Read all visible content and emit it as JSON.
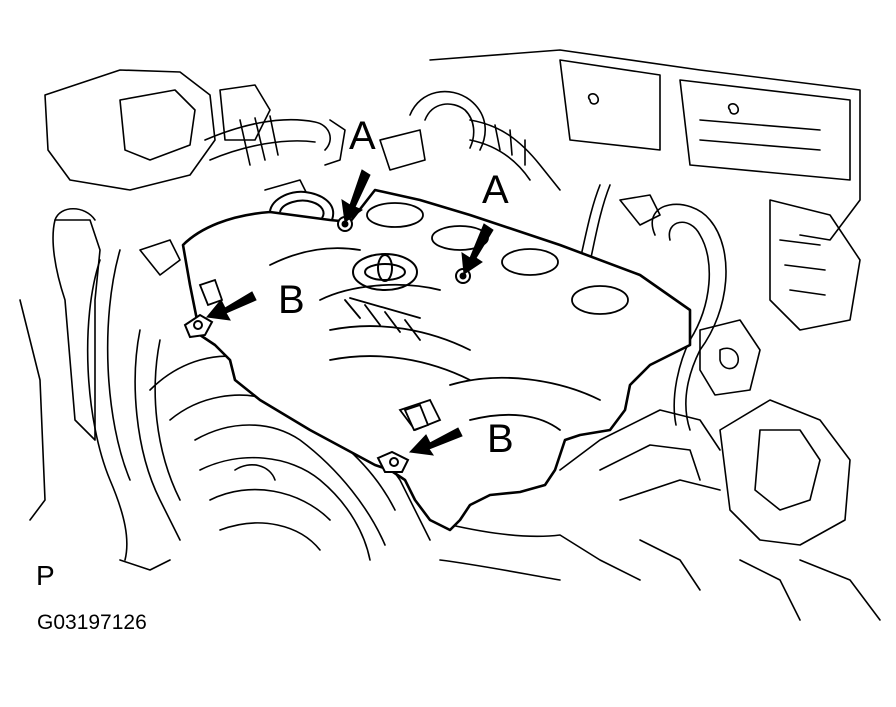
{
  "callouts": {
    "clip_a": "A",
    "clip_b": "B"
  },
  "view_label": "P",
  "figure_id": "G03197126",
  "colors": {
    "line": "#000000",
    "background": "#ffffff"
  }
}
